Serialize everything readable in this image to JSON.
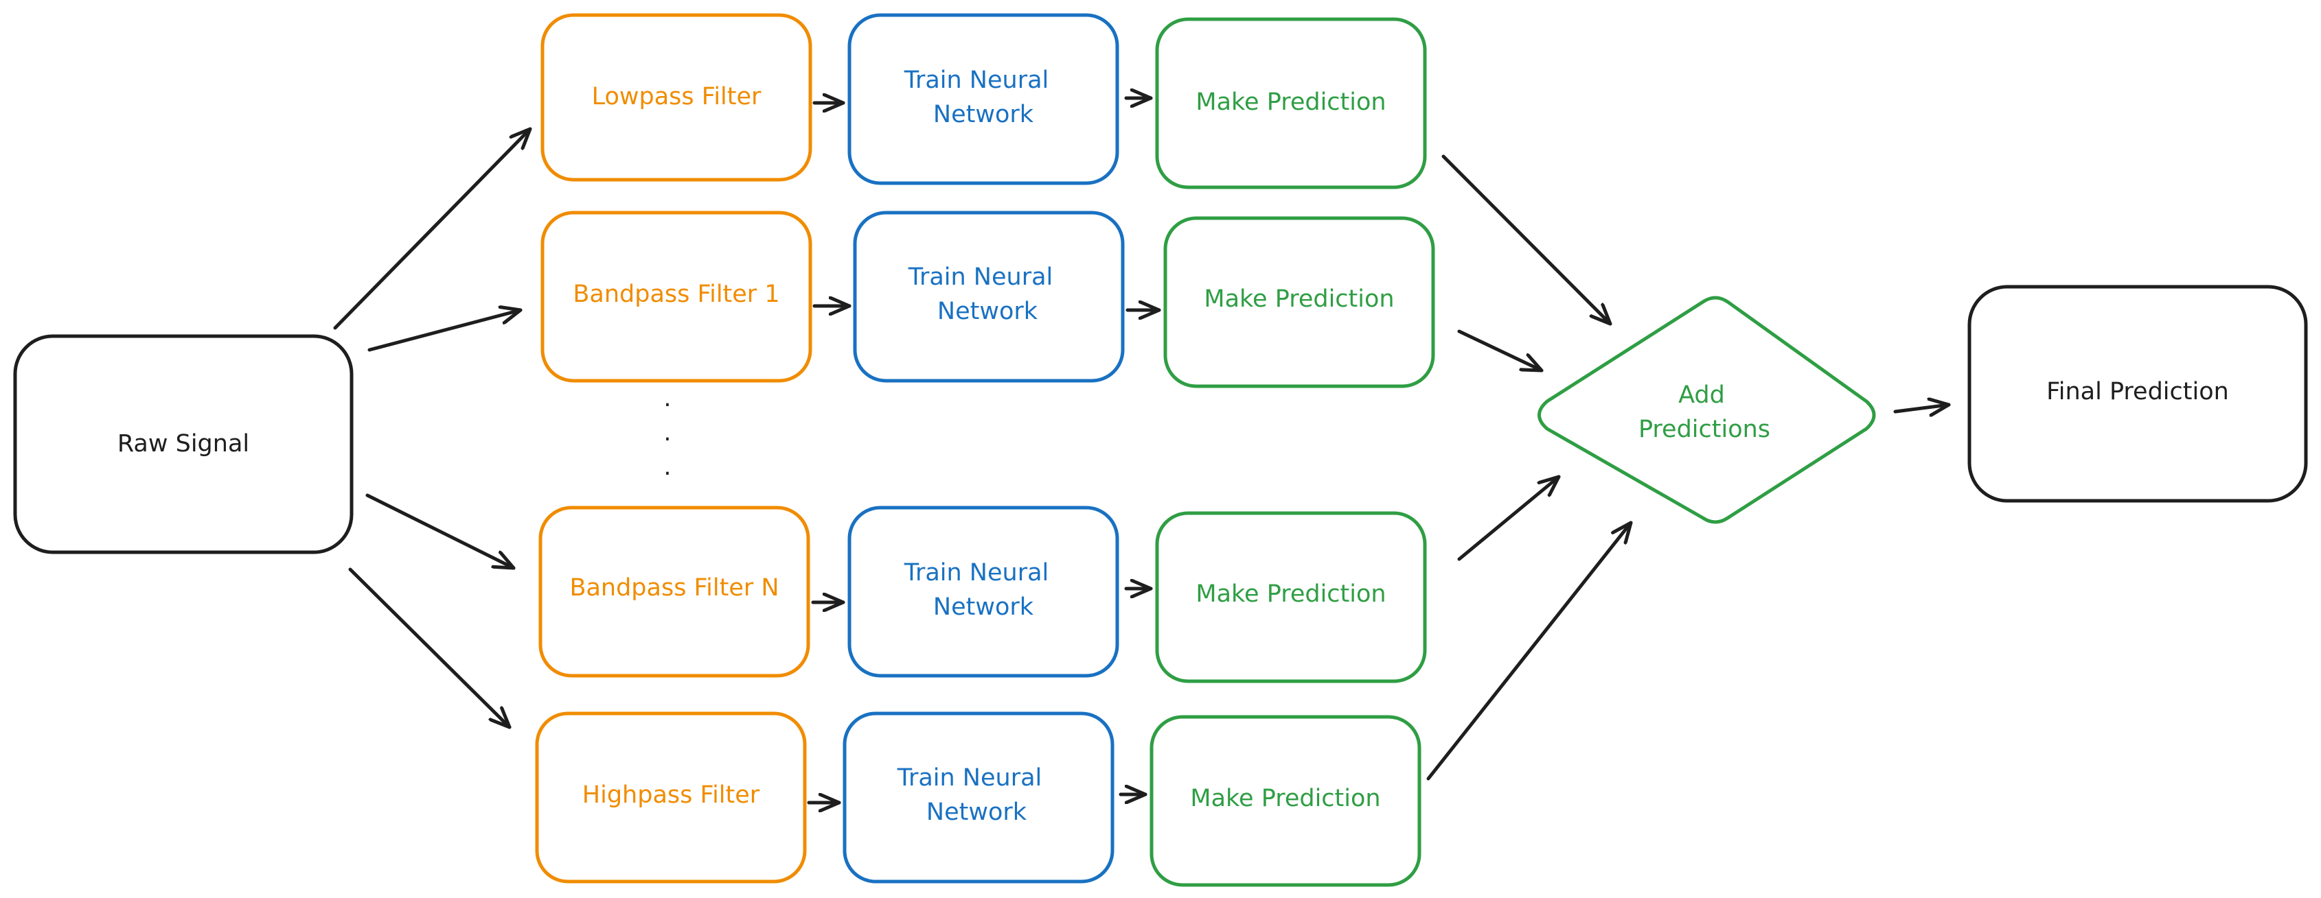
{
  "colors": {
    "filter": "#f08c00",
    "network": "#1971c2",
    "prediction": "#2f9e44",
    "neutral": "#1e1e1e"
  },
  "input": {
    "label": "Raw Signal"
  },
  "rows": [
    {
      "filter": "Lowpass Filter",
      "network": [
        "Train Neural",
        "Network"
      ],
      "prediction": "Make Prediction"
    },
    {
      "filter": "Bandpass Filter 1",
      "network": [
        "Train Neural",
        "Network"
      ],
      "prediction": "Make Prediction"
    },
    {
      "filter": "Bandpass Filter N",
      "network": [
        "Train Neural",
        "Network"
      ],
      "prediction": "Make Prediction"
    },
    {
      "filter": "Highpass Filter",
      "network": [
        "Train Neural",
        "Network"
      ],
      "prediction": "Make Prediction"
    }
  ],
  "ellipsis": ".",
  "combiner": {
    "lines": [
      "Add",
      "Predictions"
    ]
  },
  "output": {
    "label": "Final Prediction"
  }
}
